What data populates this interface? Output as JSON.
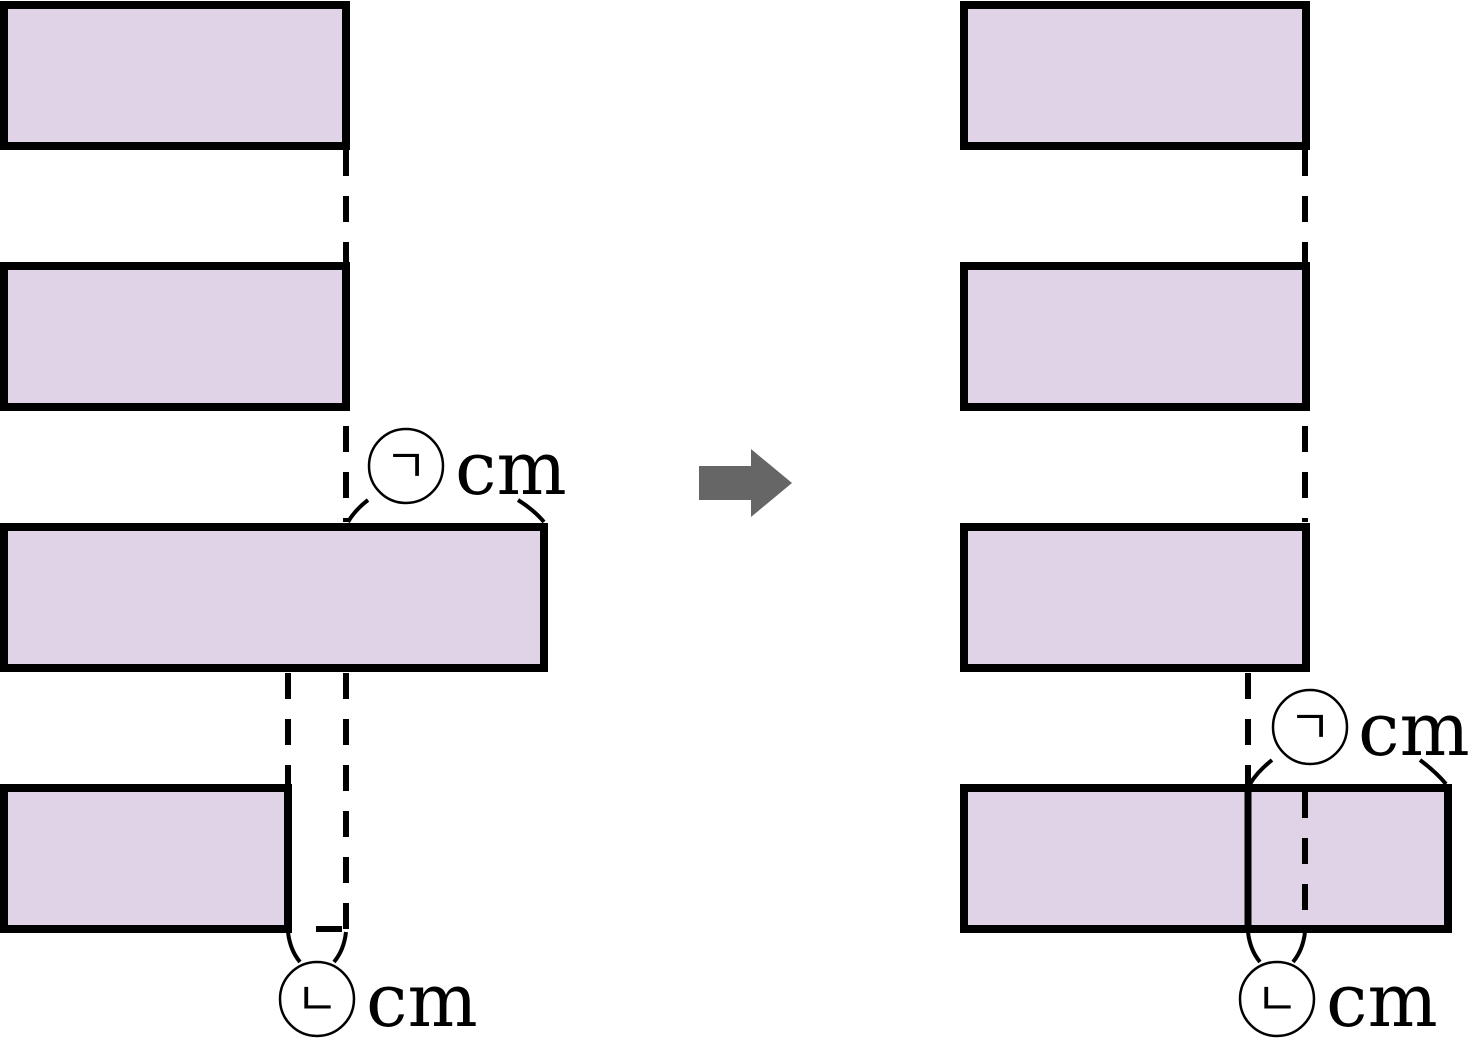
{
  "colors": {
    "bar_fill": "#e0d3e7",
    "arrow": "#666666"
  },
  "icons": {
    "transition_arrow": "right-arrow-icon"
  },
  "left_panel": {
    "label_a": {
      "symbol": "ㄱ",
      "unit": "cm"
    },
    "label_b": {
      "symbol": "ㄴ",
      "unit": "cm"
    }
  },
  "right_panel": {
    "label_a": {
      "symbol": "ㄱ",
      "unit": "cm"
    },
    "label_b": {
      "symbol": "ㄴ",
      "unit": "cm"
    }
  }
}
